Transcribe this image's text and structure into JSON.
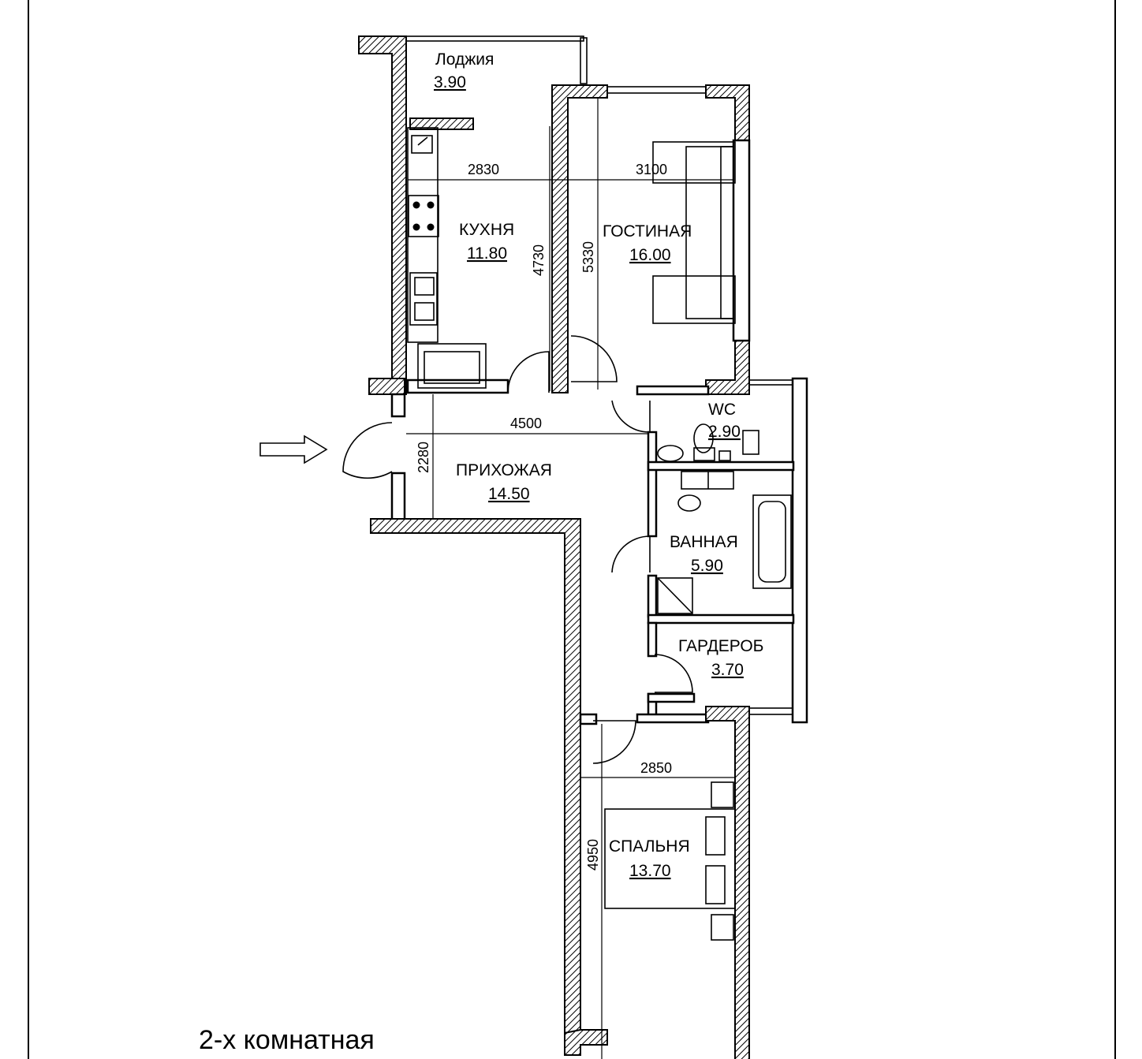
{
  "rooms": {
    "loggia": {
      "name": "Лоджия",
      "area": "3.90"
    },
    "kitchen": {
      "name": "КУХНЯ",
      "area": "11.80"
    },
    "living": {
      "name": "ГОСТИНАЯ",
      "area": "16.00"
    },
    "wc": {
      "name": "WC",
      "area": "2.90"
    },
    "hall": {
      "name": "ПРИХОЖАЯ",
      "area": "14.50"
    },
    "bath": {
      "name": "ВАННАЯ",
      "area": "5.90"
    },
    "wardrobe": {
      "name": "ГАРДЕРОБ",
      "area": "3.70"
    },
    "bedroom": {
      "name": "СПАЛЬНЯ",
      "area": "13.70"
    }
  },
  "dimensions": {
    "kitchen_width": "2830",
    "living_width": "3100",
    "kitchen_depth": "4730",
    "living_depth": "5330",
    "hall_width": "4500",
    "hall_depth": "2280",
    "bedroom_width": "2850",
    "bedroom_depth": "4950"
  },
  "caption": "2-х комнатная",
  "icons": [
    "entrance-arrow-icon",
    "sink-icon",
    "stove-icon",
    "toilet-icon",
    "bathtub-icon"
  ]
}
